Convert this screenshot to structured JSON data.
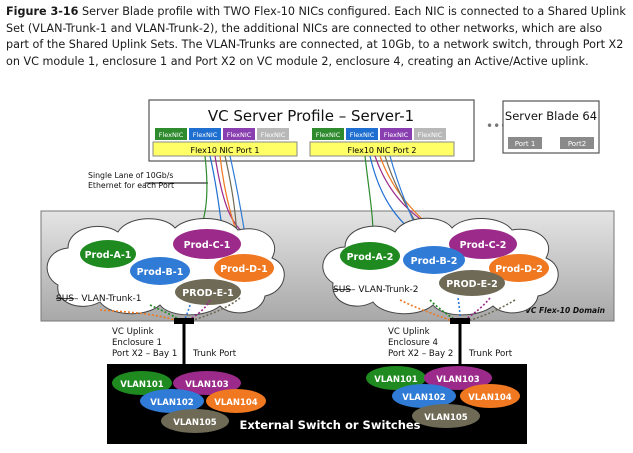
{
  "caption": {
    "label": "Figure 3-16",
    "text": " Server Blade profile with TWO Flex-10 NICs configured. Each NIC is connected to a Shared Uplink Set (VLAN-Trunk-1 and VLAN-Trunk-2), the additional NICs are connected to other networks, which are also part of the Shared Uplink Sets.  The VLAN-Trunks are connected, at 10Gb, to a network switch, through Port X2 on VC module 1, enclosure 1 and Port X2 on VC module 2, enclosure 4, creating an Active/Active uplink."
  },
  "profile": {
    "title": "VC Server Profile – Server-1",
    "port1_label": "Flex10 NIC Port 1",
    "port2_label": "Flex10 NIC Port 2",
    "nics": [
      "FlexNIC",
      "FlexNIC",
      "FlexNIC",
      "FlexNIC"
    ],
    "ellipsis": "•••"
  },
  "blade64": {
    "title": "Server Blade 64",
    "port1": "Port 1",
    "port2": "Port2"
  },
  "lane_note": {
    "line1": "Single Lane of 10Gb/s",
    "line2": "Ethernet for each Port"
  },
  "domain_label": "VC Flex-10 Domain",
  "left_networks": [
    "Prod-A-1",
    "Prod-C-1",
    "Prod-B-1",
    "Prod-D-1",
    "PROD-E-1"
  ],
  "right_networks": [
    "Prod-A-2",
    "Prod-C-2",
    "Prod-B-2",
    "Prod-D-2",
    "PROD-E-2"
  ],
  "sus1": {
    "prefix": "SUS",
    "rest": "– VLAN-Trunk-1"
  },
  "sus2": {
    "prefix": "SUS",
    "rest": "– VLAN-Trunk-2"
  },
  "uplink1": [
    "VC Uplink",
    "Enclosure 1",
    "Port X2 – Bay 1"
  ],
  "uplink2": [
    "VC Uplink",
    "Enclosure 4",
    "Port X2 – Bay 2"
  ],
  "trunk_port": "Trunk Port",
  "switch_label": "External Switch or Switches",
  "vlans": [
    "VLAN101",
    "VLAN103",
    "VLAN102",
    "VLAN104",
    "VLAN105"
  ],
  "colors": {
    "flexnic_green": "#2e8b2e",
    "flexnic_blue": "#1f6fd0",
    "flexnic_purple": "#8a3fb0",
    "flexnic_gray": "#b8b8b8",
    "port_yellow": "#ffff66",
    "prod_a": "#1f8a1f",
    "prod_b": "#2f7bd6",
    "prod_c": "#9c2a8a",
    "prod_d": "#f07820",
    "prod_e": "#6e6a55",
    "domain_gray": "#c8c8c8",
    "switch_black": "#000000"
  }
}
